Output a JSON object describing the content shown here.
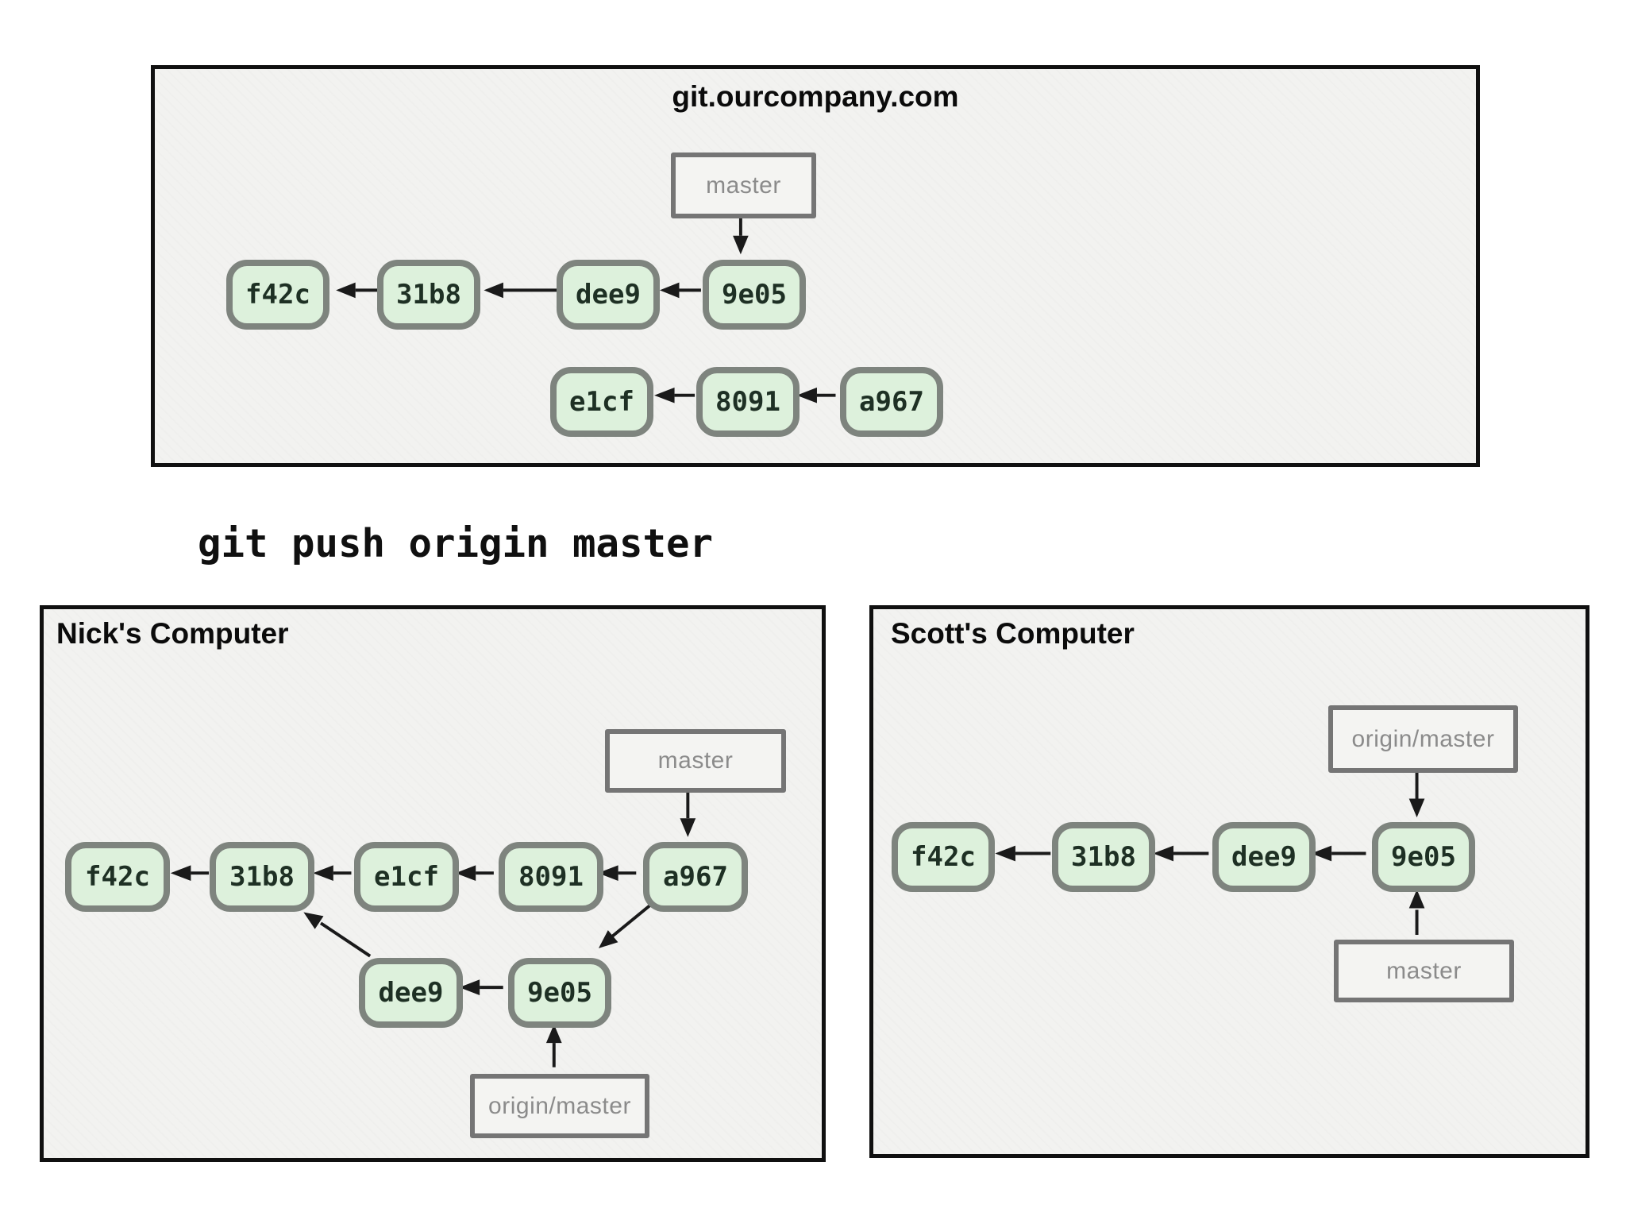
{
  "command_text": "git push origin master",
  "colors": {
    "page_bg": "#ffffff",
    "panel_bg": "#f2f2f0",
    "panel_border": "#101010",
    "commit_fill": "#ddf1dc",
    "commit_border": "#7e847e",
    "commit_text": "#1e3024",
    "ref_fill": "#f4f4f2",
    "ref_border": "#757575",
    "ref_text": "#8b8b8b",
    "arrow": "#1a1a1a"
  },
  "server": {
    "title": "git.ourcompany.com",
    "master_ref": "master",
    "row1": [
      "f42c",
      "31b8",
      "dee9",
      "9e05"
    ],
    "row2": [
      "e1cf",
      "8091",
      "a967"
    ]
  },
  "nick": {
    "title": "Nick's Computer",
    "master_ref": "master",
    "origin_ref": "origin/master",
    "main": [
      "f42c",
      "31b8",
      "e1cf",
      "8091",
      "a967"
    ],
    "branch": [
      "dee9",
      "9e05"
    ]
  },
  "scott": {
    "title": "Scott's Computer",
    "origin_ref": "origin/master",
    "master_ref": "master",
    "commits": [
      "f42c",
      "31b8",
      "dee9",
      "9e05"
    ]
  }
}
